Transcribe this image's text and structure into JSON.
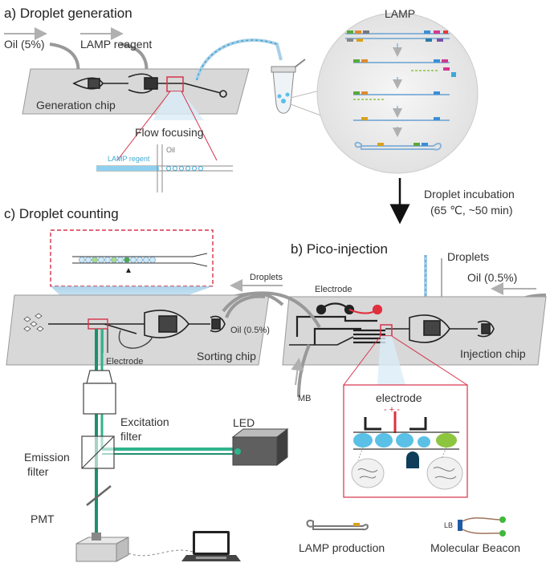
{
  "panels": {
    "a_title": "a) Droplet generation",
    "b_title": "b) Pico-injection",
    "c_title": "c) Droplet counting"
  },
  "labels": {
    "oil_5": "Oil (5%)",
    "lamp_reagent": "LAMP reagent",
    "generation_chip": "Generation chip",
    "flow_focusing": "Flow focusing",
    "lamp_regent_inset": "LAMP regent",
    "oil_inset": "Oil",
    "lamp_title": "LAMP",
    "incubation_line1": "Droplet incubation",
    "incubation_line2": "(65 ℃, ~50 min)",
    "droplets_top": "Droplets",
    "oil_05_b": "Oil (0.5%)",
    "electrode_b": "Electrode",
    "injection_chip": "Injection chip",
    "mb": "MB",
    "electrode_inset": "electrode",
    "electrode_polarity": "- + -",
    "droplets_c": "Droplets",
    "oil_05_c": "Oil (0.5%)",
    "electrode_c": "Electrode",
    "sorting_chip": "Sorting chip",
    "excitation_filter_1": "Excitation",
    "excitation_filter_2": "filter",
    "emission_filter_1": "Emission",
    "emission_filter_2": "filter",
    "led": "LED",
    "pmt": "PMT",
    "lamp_production": "LAMP production",
    "molecular_beacon": "Molecular Beacon",
    "lb": "LB"
  },
  "colors": {
    "chip": "#d8d8d8",
    "chip_edge": "#9a9a9a",
    "channel": "#222222",
    "droplet_blue": "#5bc0e6",
    "droplet_green": "#8cc63f",
    "light_green": "#1e8f6e",
    "red_box": "#d6334a",
    "arrow_grey": "#b0b0b0"
  }
}
